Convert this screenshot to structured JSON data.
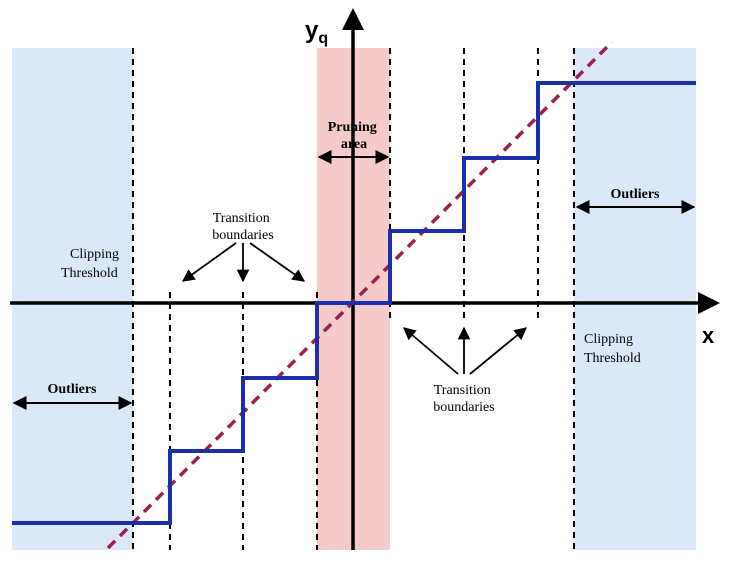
{
  "axes": {
    "y_label": "y",
    "y_subscript": "q",
    "x_label": "x"
  },
  "regions": {
    "pruning": {
      "line1": "Pruning",
      "line2": "area"
    },
    "outliers_left": "Outliers",
    "outliers_right": "Outliers"
  },
  "labels": {
    "transition_top": {
      "line1": "Transition",
      "line2": "boundaries"
    },
    "transition_bottom": {
      "line1": "Transition",
      "line2": "boundaries"
    },
    "clipping_left": {
      "line1": "Clipping",
      "line2": "Threshold"
    },
    "clipping_right": {
      "line1": "Clipping",
      "line2": "Threshold"
    }
  },
  "colors": {
    "clip_region": "#dbe8f8",
    "pruning_region": "#f4caca",
    "staircase": "#1a2fa8",
    "identity_line": "#9c1f4d",
    "axis": "#000000"
  }
}
